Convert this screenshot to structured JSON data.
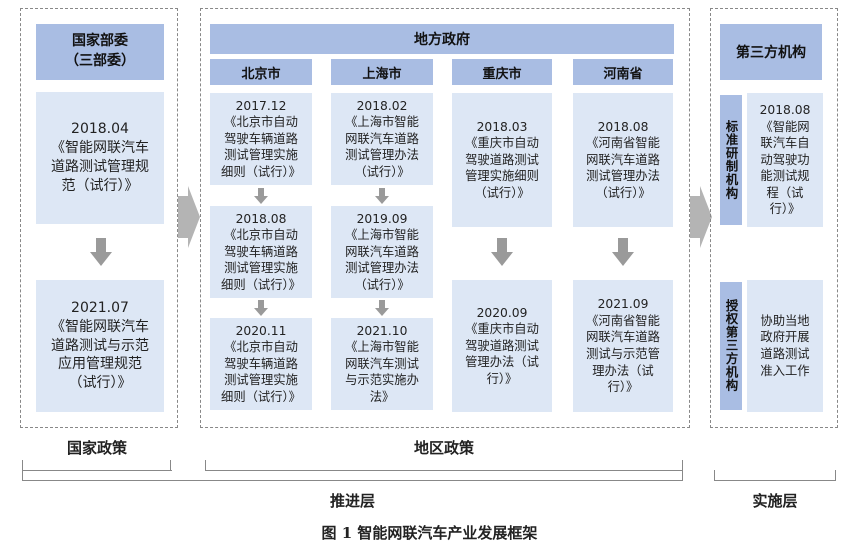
{
  "colors": {
    "header": "#a9bde3",
    "box": "#dde7f5",
    "arrow": "#9a9a9a",
    "dash": "#888888"
  },
  "national": {
    "header": "国家部委\n（三部委）",
    "box1": "2018.04\n《智能网联汽车\n道路测试管理规\n范（试行）》",
    "box2": "2021.07\n《智能网联汽车\n道路测试与示范\n应用管理规范\n（试行）》",
    "label": "国家政策"
  },
  "local": {
    "header": "地方政府",
    "label": "地区政策",
    "beijing": {
      "name": "北京市",
      "items": [
        "2017.12\n《北京市自动\n驾驶车辆道路\n测试管理实施\n细则（试行）》",
        "2018.08\n《北京市自动\n驾驶车辆道路\n测试管理实施\n细则（试行）》",
        "2020.11\n《北京市自动\n驾驶车辆道路\n测试管理实施\n细则（试行）》"
      ]
    },
    "shanghai": {
      "name": "上海市",
      "items": [
        "2018.02\n《上海市智能\n网联汽车道路\n测试管理办法\n（试行）》",
        "2019.09\n《上海市智能\n网联汽车道路\n测试管理办法\n（试行）》",
        "2021.10\n《上海市智能\n网联汽车测试\n与示范实施办\n法》"
      ]
    },
    "chongqing": {
      "name": "重庆市",
      "items": [
        "2018.03\n《重庆市自动\n驾驶道路测试\n管理实施细则\n（试行）》",
        "2020.09\n《重庆市自动\n驾驶道路测试\n管理办法（试\n行）》"
      ]
    },
    "henan": {
      "name": "河南省",
      "items": [
        "2018.08\n《河南省智能\n网联汽车道路\n测试管理办法\n（试行）》",
        "2021.09\n《河南省智能\n网联汽车道路\n测试与示范管\n理办法（试\n行）》"
      ]
    }
  },
  "third": {
    "header": "第三方机构",
    "org1": {
      "side": "标准研制机构",
      "text": "2018.08\n《智能网\n联汽车自\n动驾驶功\n能测试规\n程（试\n行）》"
    },
    "org2": {
      "side": "授权第三方机构",
      "text": "协助当地\n政府开展\n道路测试\n准入工作"
    }
  },
  "layers": {
    "promote": "推进层",
    "implement": "实施层"
  },
  "caption": "图 1  智能网联汽车产业发展框架"
}
